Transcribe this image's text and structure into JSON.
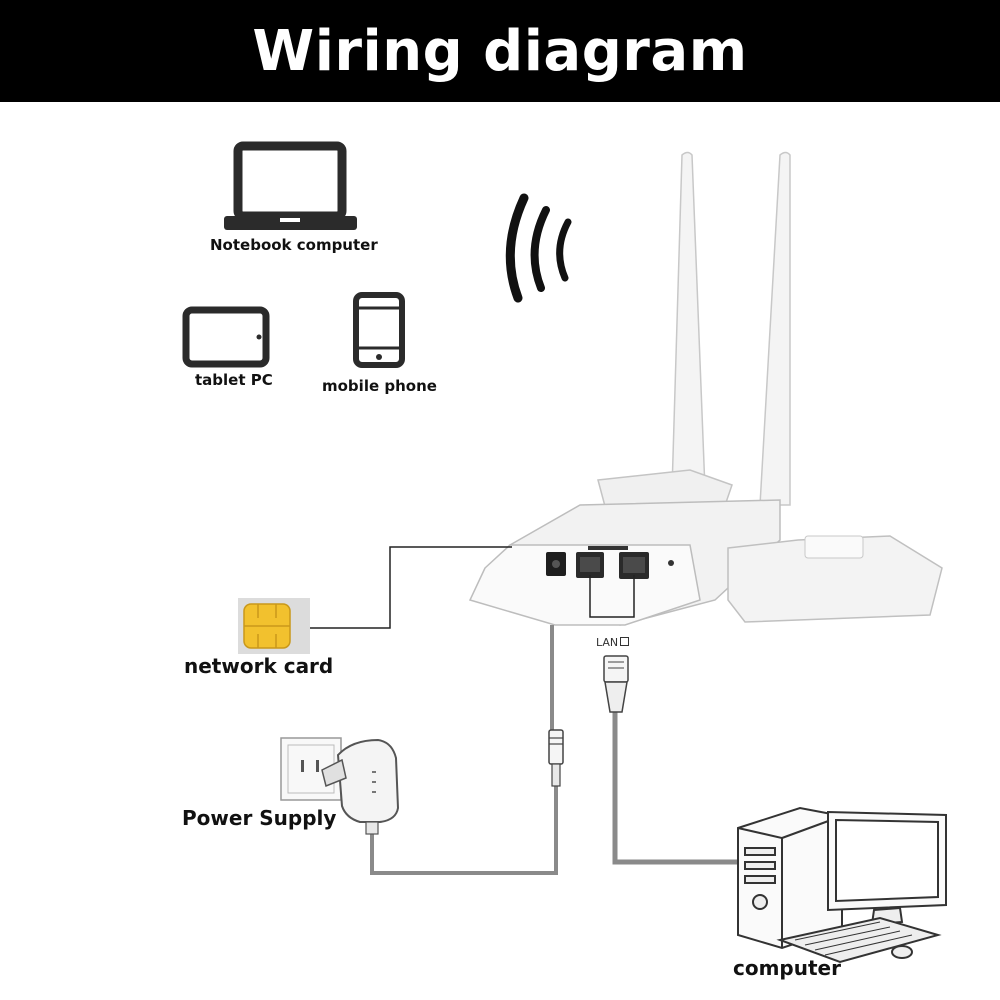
{
  "title": "Wiring diagram",
  "labels": {
    "notebook": "Notebook computer",
    "tablet": "tablet PC",
    "mobile": "mobile phone",
    "network_card": "network card",
    "power_supply": "Power Supply",
    "computer": "computer",
    "lan": "LAN"
  },
  "colors": {
    "header_bg": "#000000",
    "header_text": "#ffffff",
    "cable": "#8a8a8a",
    "sim_gold": "#f2c12e"
  },
  "icons": [
    "notebook-icon",
    "tablet-icon",
    "mobile-phone-icon",
    "wifi-signal-icon",
    "router-device",
    "sim-card-icon",
    "power-adapter-icon",
    "wall-socket-icon",
    "rj45-plug-icon",
    "desktop-computer-icon"
  ]
}
